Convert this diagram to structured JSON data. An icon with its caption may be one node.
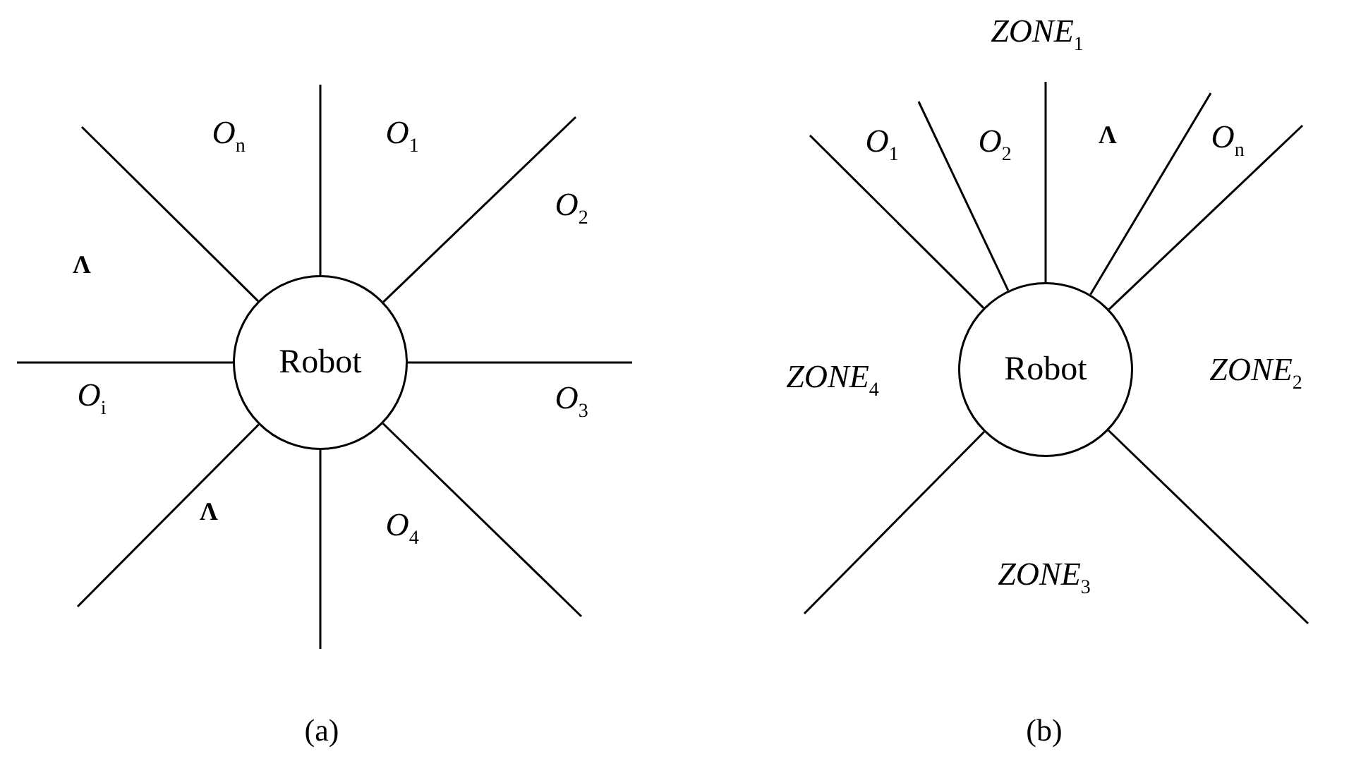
{
  "diagram": {
    "nodes": [
      {
        "text": [
          "Robot"
        ]
      },
      {
        "text": [
          "Robot"
        ]
      }
    ],
    "edges": [
      {
        "from": 0,
        "to": null,
        "arrow": "none"
      },
      {
        "from": 0,
        "to": null,
        "arrow": "none"
      },
      {
        "from": 0,
        "to": null,
        "arrow": "none"
      },
      {
        "from": 0,
        "to": null,
        "arrow": "none"
      },
      {
        "from": 0,
        "to": null,
        "arrow": "none"
      },
      {
        "from": 0,
        "to": null,
        "arrow": "none"
      },
      {
        "from": 0,
        "to": null,
        "arrow": "none"
      },
      {
        "from": 0,
        "to": null,
        "arrow": "none"
      },
      {
        "from": 1,
        "to": null,
        "arrow": "none"
      },
      {
        "from": 1,
        "to": null,
        "arrow": "none"
      },
      {
        "from": 1,
        "to": null,
        "arrow": "none"
      },
      {
        "from": 1,
        "to": null,
        "arrow": "none"
      },
      {
        "from": 1,
        "to": null,
        "arrow": "none"
      },
      {
        "from": 1,
        "to": null,
        "arrow": "none"
      },
      {
        "from": 1,
        "to": null,
        "arrow": "none"
      }
    ],
    "labels": [
      "O$_{n}$",
      "O$_{1}$",
      "Λ",
      "O$_{2}$",
      "O$_{i}$",
      "O$_{3}$",
      "Λ",
      "O$_{4}$",
      "ZONE$_{1}$",
      "O$_{1}$",
      "O$_{2}$",
      "Λ",
      "O$_{n}$",
      "ZONE$_{4}$",
      "ZONE$_{2}$",
      "ZONE$_{3}$",
      "(a)",
      "(b)"
    ]
  }
}
